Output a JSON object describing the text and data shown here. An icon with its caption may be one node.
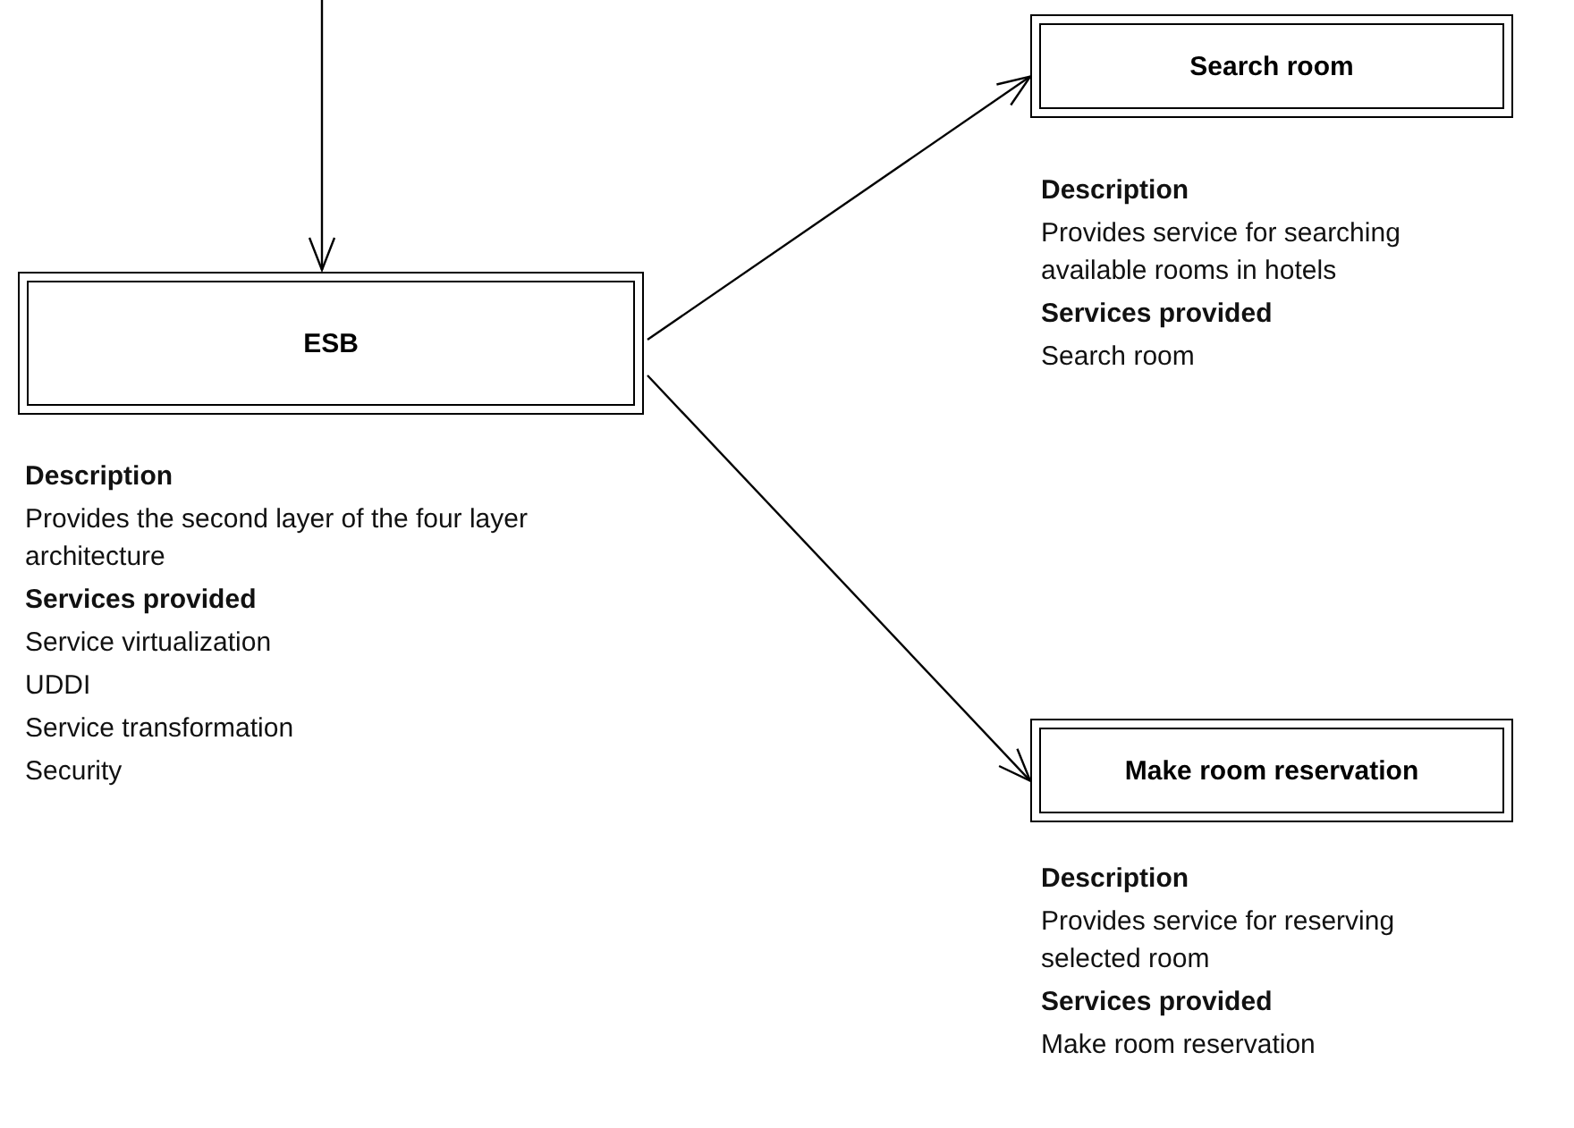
{
  "diagram": {
    "nodes": [
      {
        "text": [
          "ESB"
        ],
        "beside": [
          "Description",
          "Provides the second layer of the four layer architecture",
          "Services provided",
          "Service virtualization",
          "UDDI",
          "Service transformation",
          "Security"
        ]
      },
      {
        "text": [
          "Search room"
        ],
        "beside": [
          "Description",
          "Provides service for searching available rooms in hotels",
          "Services provided",
          "Search room"
        ]
      },
      {
        "text": [
          "Make room reservation"
        ],
        "beside": [
          "Description",
          "Provides service for reserving selected room",
          "Services provided",
          "Make room reservation"
        ]
      }
    ],
    "edges": [
      {
        "from": null,
        "to": 0,
        "arrow": "to"
      },
      {
        "from": 0,
        "to": 1,
        "arrow": "to"
      },
      {
        "from": 0,
        "to": 2,
        "arrow": "to"
      }
    ]
  }
}
